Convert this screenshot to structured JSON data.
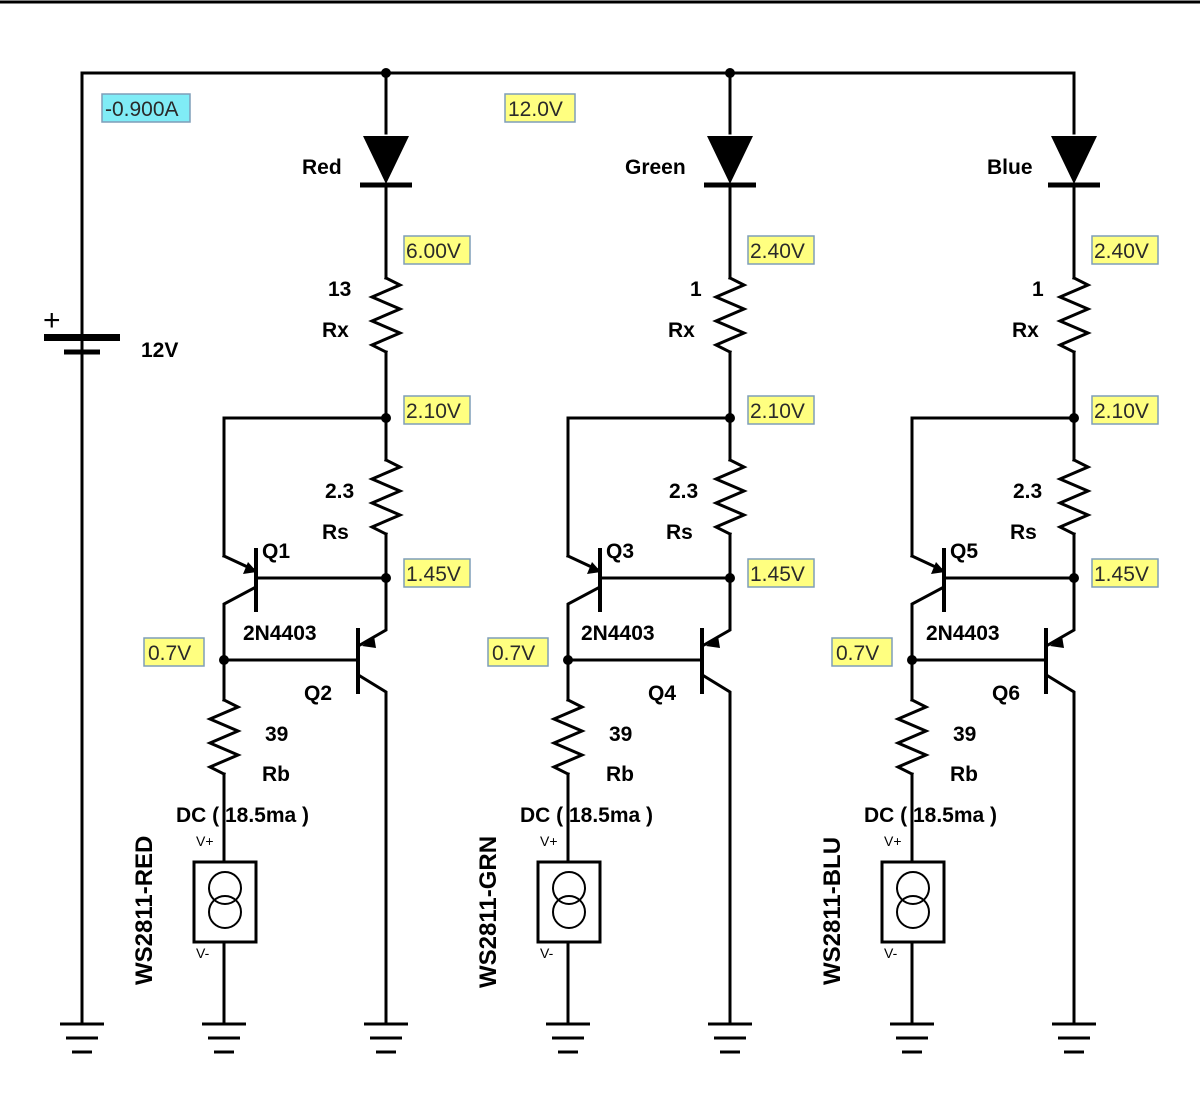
{
  "colors": {
    "voltage_probe_bg": "#ffff80",
    "current_probe_bg": "#80ecf6",
    "probe_border": "#7f9db9"
  },
  "supply": {
    "current_probe": "-0.900A",
    "rail_voltage_probe": "12.0V",
    "battery_label": "12V",
    "plus_sign": "+"
  },
  "channels": [
    {
      "led_label": "Red",
      "v_led_cathode": "6.00V",
      "rx_value": "13",
      "rx_name": "Rx",
      "v_rx_bottom": "2.10V",
      "rs_value": "2.3",
      "rs_name": "Rs",
      "v_sense": "1.45V",
      "q_top_name": "Q1",
      "part_number": "2N4403",
      "v_base": "0.7V",
      "q_bottom_name": "Q2",
      "rb_value": "39",
      "rb_name": "Rb",
      "source_label": "DC ( 18.5ma )",
      "vplus": "V+",
      "vminus": "V-",
      "driver_label": "WS2811-RED"
    },
    {
      "led_label": "Green",
      "v_led_cathode": "2.40V",
      "rx_value": "1",
      "rx_name": "Rx",
      "v_rx_bottom": "2.10V",
      "rs_value": "2.3",
      "rs_name": "Rs",
      "v_sense": "1.45V",
      "q_top_name": "Q3",
      "part_number": "2N4403",
      "v_base": "0.7V",
      "q_bottom_name": "Q4",
      "rb_value": "39",
      "rb_name": "Rb",
      "source_label": "DC ( 18.5ma )",
      "vplus": "V+",
      "vminus": "V-",
      "driver_label": "WS2811-GRN"
    },
    {
      "led_label": "Blue",
      "v_led_cathode": "2.40V",
      "rx_value": "1",
      "rx_name": "Rx",
      "v_rx_bottom": "2.10V",
      "rs_value": "2.3",
      "rs_name": "Rs",
      "v_sense": "1.45V",
      "q_top_name": "Q5",
      "part_number": "2N4403",
      "v_base": "0.7V",
      "q_bottom_name": "Q6",
      "rb_value": "39",
      "rb_name": "Rb",
      "source_label": "DC ( 18.5ma )",
      "vplus": "V+",
      "vminus": "V-",
      "driver_label": "WS2811-BLU"
    }
  ]
}
